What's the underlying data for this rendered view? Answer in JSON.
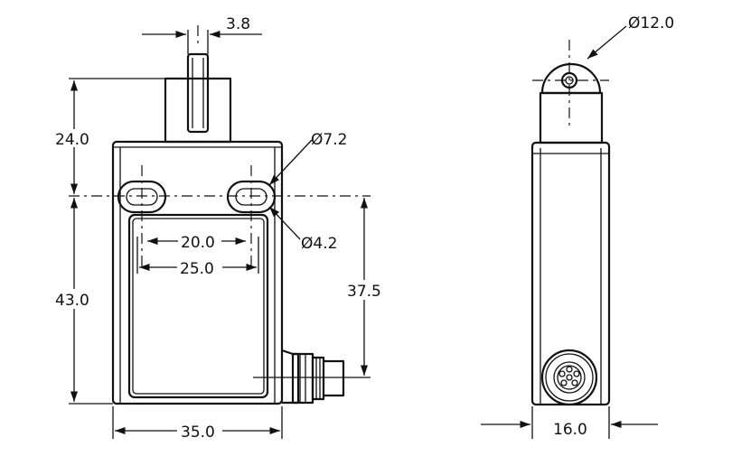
{
  "dimensions": {
    "plunger_width": "3.8",
    "roller_diameter": "12.0",
    "top_height": "24.0",
    "mount_hole_slot": "7.2",
    "mount_hole_dia": "4.2",
    "hole_spacing_inner": "20.0",
    "hole_spacing_outer": "25.0",
    "hole_to_cable": "37.5",
    "body_height": "43.0",
    "body_width": "35.0",
    "side_width": "16.0"
  },
  "symbols": {
    "diameter": "Ø"
  }
}
